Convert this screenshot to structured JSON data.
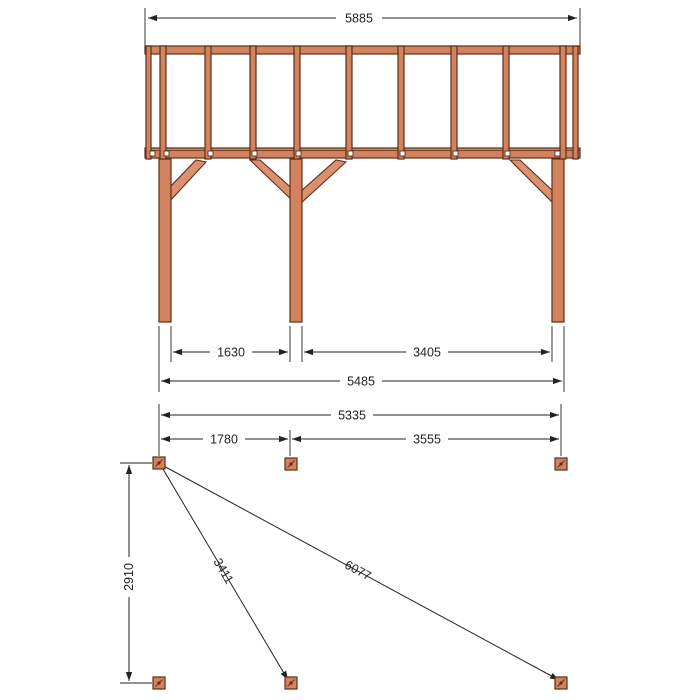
{
  "elevation": {
    "overall_width_label": "5885",
    "post_span_left_label": "1630",
    "post_span_right_label": "3405",
    "post_outer_label": "5485"
  },
  "foundation_plan": {
    "overall_label": "5335",
    "span_left_label": "1780",
    "span_right_label": "3555",
    "depth_label": "2910",
    "diagonal_short_label": "3411",
    "diagonal_long_label": "6077"
  },
  "colors": {
    "timber": "#d2825c",
    "timber_outline": "#5a2e1a",
    "dimension_line": "#222222"
  }
}
